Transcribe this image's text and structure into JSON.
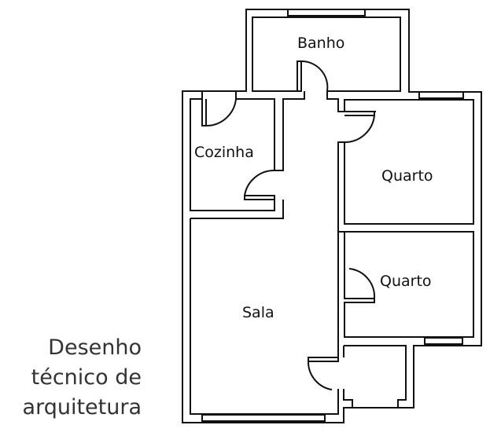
{
  "rooms": {
    "banho": "Banho",
    "cozinha": "Cozinha",
    "quarto1": "Quarto",
    "quarto2": "Quarto",
    "sala": "Sala"
  },
  "caption": {
    "line1": "Desenho",
    "line2": "técnico de",
    "line3": "arquitetura"
  }
}
